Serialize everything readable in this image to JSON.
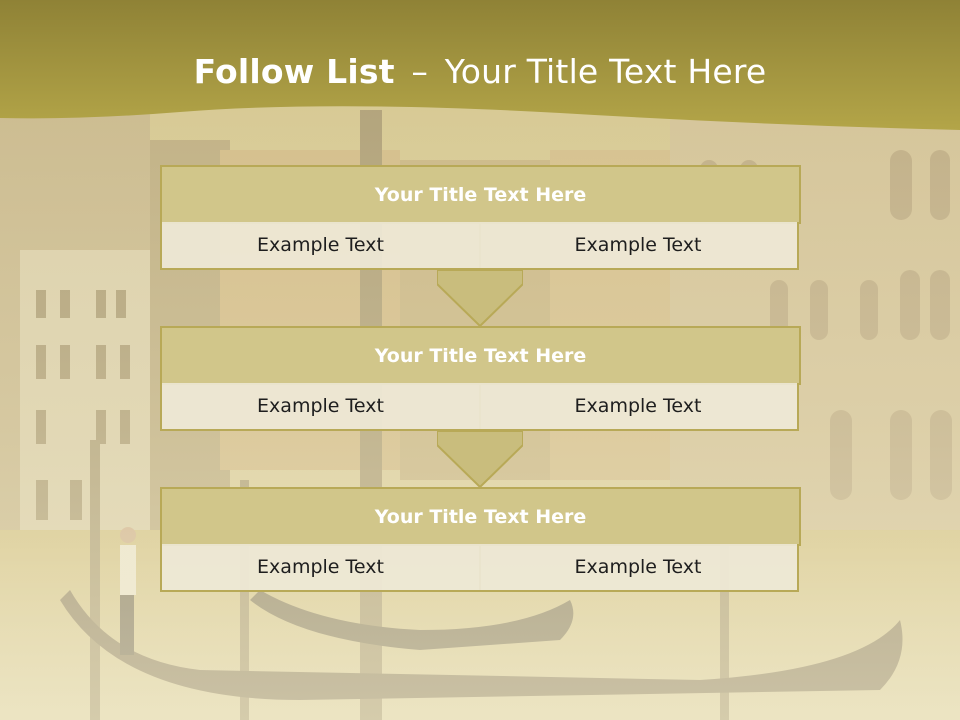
{
  "slide": {
    "title_bold": "Follow List",
    "title_separator": "–",
    "title_rest": "Your Title Text Here"
  },
  "blocks": [
    {
      "title": "Your Title Text Here",
      "left_text": "Example Text",
      "right_text": "Example Text"
    },
    {
      "title": "Your Title Text Here",
      "left_text": "Example Text",
      "right_text": "Example Text"
    },
    {
      "title": "Your Title Text Here",
      "left_text": "Example Text",
      "right_text": "Example Text"
    }
  ],
  "colors": {
    "header": "#a89a44",
    "block_title_fill": "#d1c68a",
    "block_border": "#b8a957",
    "cell_fill": "#eee8d6",
    "arrow_fill": "#c9bd7d"
  },
  "background": {
    "description_icon": "venice-canal-gondola-painting"
  }
}
